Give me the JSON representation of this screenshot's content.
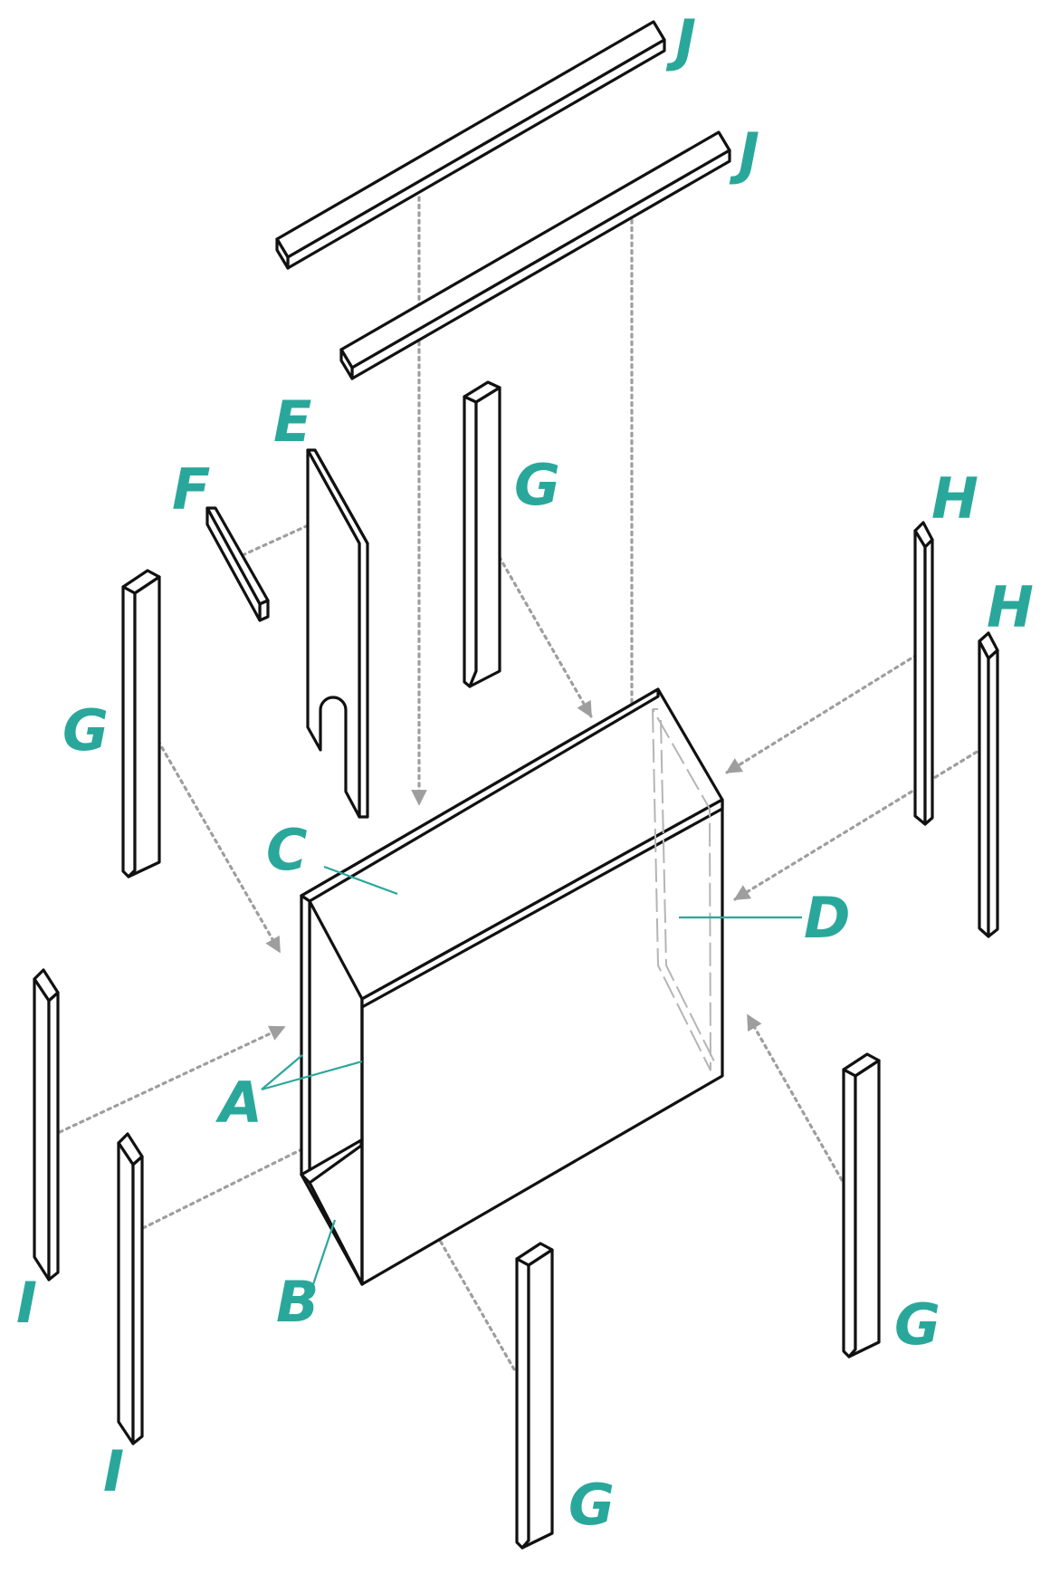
{
  "colors": {
    "label": "#2aa79b",
    "line": "#111111",
    "arrow": "#9e9e9e",
    "hidden_edge": "#b5b5b5",
    "background": "#ffffff"
  },
  "labels": {
    "j_top": "J",
    "j_second": "J",
    "e": "E",
    "f": "F",
    "g_center_top": "G",
    "g_left": "G",
    "h_first": "H",
    "h_second": "H",
    "c": "C",
    "d": "D",
    "a": "A",
    "b": "B",
    "i_left": "I",
    "i_lower": "I",
    "g_right_bottom": "G",
    "g_bottom": "G"
  }
}
